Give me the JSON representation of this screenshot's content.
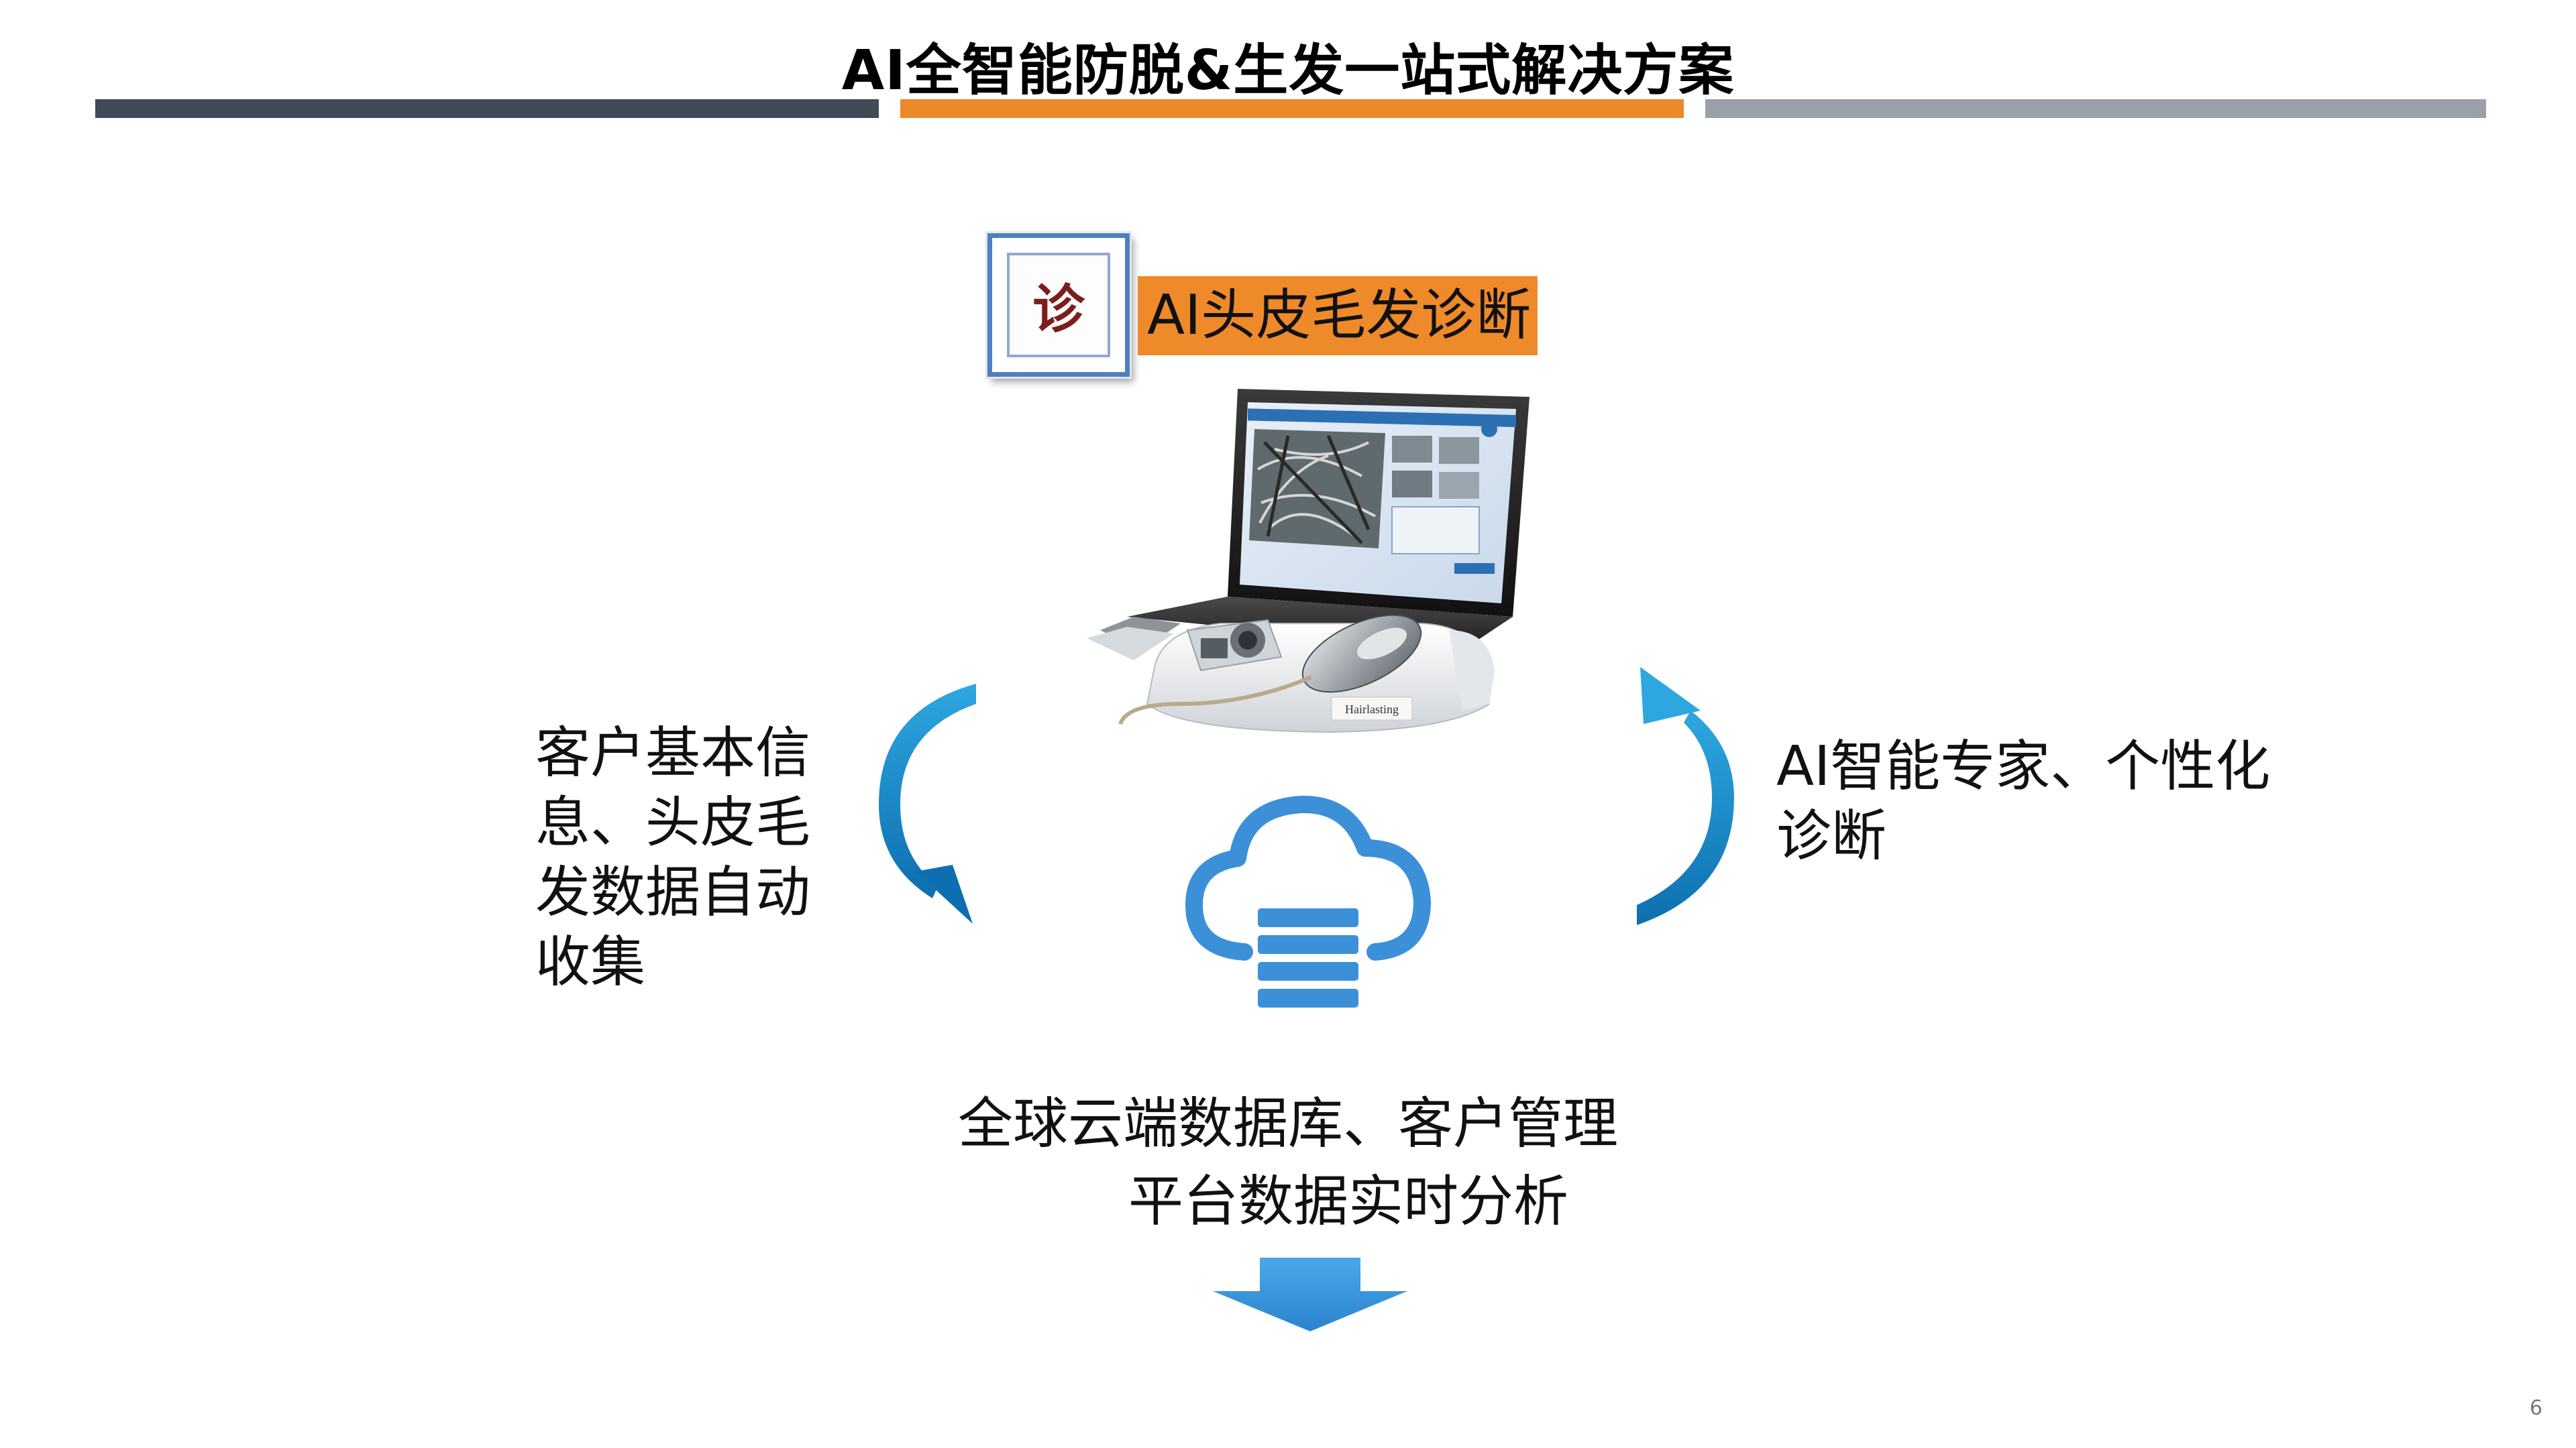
{
  "slide": {
    "title": "AI全智能防脱&生发一站式解决方案",
    "page_number": "6"
  },
  "diagnosis": {
    "badge_char": "诊",
    "label": "AI头皮毛发诊断",
    "device_brand": "Hairlasting"
  },
  "left_caption": {
    "lines": [
      "客户基本信",
      "息、头皮毛",
      "发数据自动",
      "收集"
    ]
  },
  "right_caption": {
    "lines": [
      "AI智能专家、个性化",
      "诊断"
    ]
  },
  "cloud_caption": {
    "line1": "全球云端数据库、客户管理",
    "line2": "平台数据实时分析"
  },
  "colors": {
    "bar_dark": "#414b55",
    "bar_orange": "#ec8a2a",
    "bar_gray": "#99a0a8",
    "label_bg": "#ef8a2a",
    "cloud_blue": "#3c90d8",
    "arrow_blue": "#1a8fd0"
  },
  "icons": [
    "diagnosis-badge-icon",
    "laptop-device-image",
    "cloud-database-icon",
    "cycle-arrow-left-icon",
    "cycle-arrow-right-icon",
    "down-arrow-icon"
  ]
}
